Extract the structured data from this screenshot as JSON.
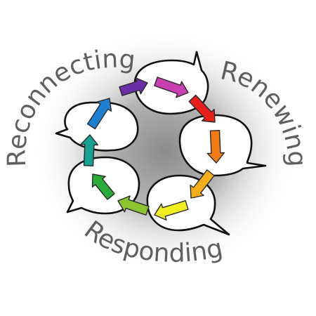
{
  "cycle_labels": {
    "top_left": "Reconnecting",
    "right": "Renewing",
    "bottom": "Responding"
  },
  "colors": {
    "glow_center": "#8c8c8c",
    "label_text": "#5f5f5f",
    "bubble_fill": "#ffffff",
    "bubble_stroke": "#111111"
  },
  "arrows": [
    {
      "name": "arrow-purple",
      "color": "#6a2fa6"
    },
    {
      "name": "arrow-magenta",
      "color": "#c83fb1"
    },
    {
      "name": "arrow-red",
      "color": "#e8201c"
    },
    {
      "name": "arrow-orange",
      "color": "#f07a14"
    },
    {
      "name": "arrow-amber",
      "color": "#f4ae1c"
    },
    {
      "name": "arrow-yellow",
      "color": "#f3ee21"
    },
    {
      "name": "arrow-lime",
      "color": "#8cc531"
    },
    {
      "name": "arrow-green",
      "color": "#2aab3a"
    },
    {
      "name": "arrow-teal",
      "color": "#18a092"
    },
    {
      "name": "arrow-blue",
      "color": "#1e7fd0"
    }
  ]
}
